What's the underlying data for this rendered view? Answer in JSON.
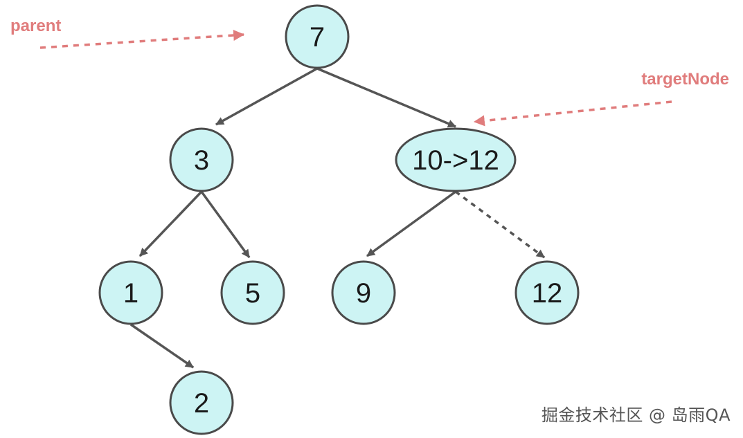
{
  "colors": {
    "node_fill": "#cdf4f4",
    "node_stroke": "#4a4a4a",
    "edge": "#555555",
    "annotation": "#e07c7c"
  },
  "nodes": [
    {
      "id": "7",
      "label": "7"
    },
    {
      "id": "3",
      "label": "3"
    },
    {
      "id": "10",
      "label": "10->12"
    },
    {
      "id": "1",
      "label": "1"
    },
    {
      "id": "5",
      "label": "5"
    },
    {
      "id": "9",
      "label": "9"
    },
    {
      "id": "12",
      "label": "12"
    },
    {
      "id": "2",
      "label": "2"
    }
  ],
  "edges": [
    {
      "from": "7",
      "to": "3",
      "style": "solid"
    },
    {
      "from": "7",
      "to": "10",
      "style": "solid"
    },
    {
      "from": "3",
      "to": "1",
      "style": "solid"
    },
    {
      "from": "3",
      "to": "5",
      "style": "solid"
    },
    {
      "from": "10",
      "to": "9",
      "style": "solid"
    },
    {
      "from": "10",
      "to": "12",
      "style": "dashed"
    },
    {
      "from": "1",
      "to": "2",
      "style": "solid"
    }
  ],
  "annotations": [
    {
      "id": "parent",
      "label": "parent",
      "points_to": "7"
    },
    {
      "id": "targetNode",
      "label": "targetNode",
      "points_to": "10"
    }
  ],
  "watermark": "掘金技术社区 @ 岛雨QA"
}
